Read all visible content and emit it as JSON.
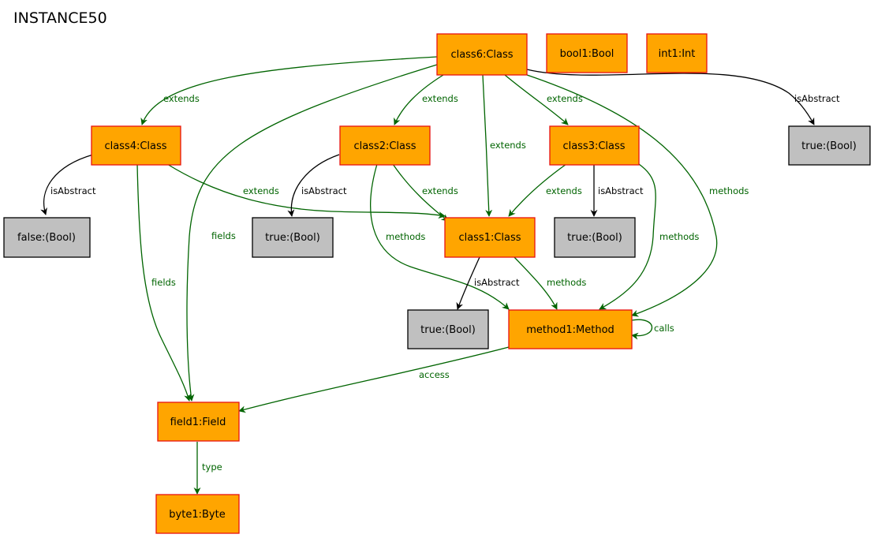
{
  "title": "INSTANCE50",
  "colors": {
    "object_fill": "#ffa500",
    "object_stroke": "#e8120f",
    "value_fill": "#c0c0c0",
    "value_stroke": "#000000",
    "green_edge": "#006400",
    "black_edge": "#000000"
  },
  "nodes": {
    "class6": "class6:Class",
    "bool1": "bool1:Bool",
    "int1": "int1:Int",
    "class4": "class4:Class",
    "class2": "class2:Class",
    "class3": "class3:Class",
    "true_top": "true:(Bool)",
    "false_bool": "false:(Bool)",
    "true_class2": "true:(Bool)",
    "class1": "class1:Class",
    "true_class3": "true:(Bool)",
    "true_class1": "true:(Bool)",
    "method1": "method1:Method",
    "field1": "field1:Field",
    "byte1": "byte1:Byte"
  },
  "edges": {
    "class6_extends_class4": "extends",
    "class6_extends_class2": "extends",
    "class6_extends_class3": "extends",
    "class6_extends_class1": "extends",
    "class6_isabstract": "isAbstract",
    "class6_methods_method1": "methods",
    "class6_fields_field1": "fields",
    "class4_isabstract": "isAbstract",
    "class4_extends_class1": "extends",
    "class4_fields_field1": "fields",
    "class2_isabstract": "isAbstract",
    "class2_extends_class1": "extends",
    "class2_methods_method1": "methods",
    "class3_extends_class1": "extends",
    "class3_isabstract": "isAbstract",
    "class3_methods_method1": "methods",
    "class1_isabstract": "isAbstract",
    "class1_methods_method1": "methods",
    "method1_calls": "calls",
    "method1_access_field1": "access",
    "field1_type_byte1": "type"
  }
}
